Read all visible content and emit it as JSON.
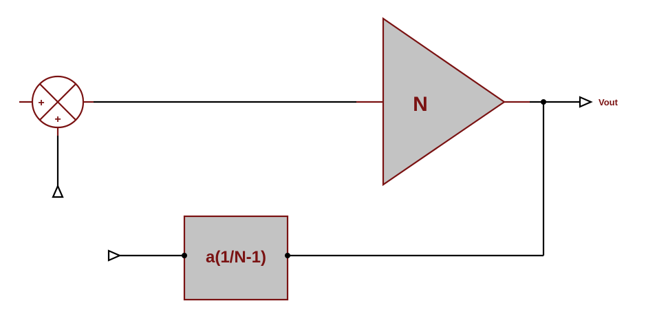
{
  "diagram": {
    "summer": {
      "sign_top": "+",
      "sign_bottom": "+"
    },
    "amplifier": {
      "label": "N"
    },
    "feedback_block": {
      "label": "a(1/N-1)"
    },
    "output_port": {
      "label": "Vout"
    }
  },
  "colors": {
    "component_outline": "#7a1212",
    "component_fill": "#c3c3c3",
    "wire": "#000000",
    "label_text": "#7a1212"
  }
}
